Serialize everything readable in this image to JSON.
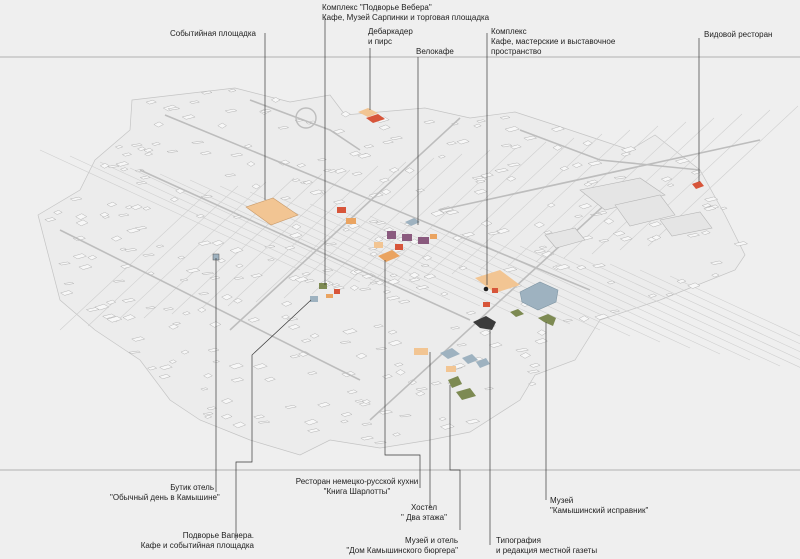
{
  "labels": {
    "weber": [
      "Комплекс \"Подворье Вебера\"",
      "Кафе, Музей Сарпинки и торговая площадка"
    ],
    "event": [
      "Событийная площадка"
    ],
    "pier": [
      "Дебаркадер",
      "и пирс"
    ],
    "bike": [
      "Велокафе"
    ],
    "complex": [
      "Комплекс",
      "Кафе, мастерские и выставочное",
      "пространство"
    ],
    "view_rest": [
      "Видовой ресторан"
    ],
    "boutique": [
      "Бутик отель",
      "\"Обычный день в Камышине\""
    ],
    "wagner": [
      "Подворье Вагнера.",
      "Кафе и событийная площадка"
    ],
    "charlotte": [
      "Ресторан немецко-русской кухни",
      "\"Книга Шарлотты\""
    ],
    "hostel": [
      "Хостел",
      "\" Два этажа\""
    ],
    "burgher": [
      "Музей и отель",
      "\"Дом Камышинского бюргера\""
    ],
    "printing": [
      "Типография",
      "и редакция местной газеты"
    ],
    "ispravnik": [
      "Музей",
      "\"Камышинский исправник\""
    ]
  },
  "colors": {
    "background": "#efefef",
    "frame_line": "#9c9c9c",
    "street_line": "#c4c4c4",
    "building_stroke": "#b5b5b5",
    "leader": "#3a3a3a",
    "orange_light": "#f2c593",
    "orange": "#eaa461",
    "red": "#d7553a",
    "purple": "#8a5a7e",
    "olive": "#7d8a52",
    "blue_gray": "#9eb2c0",
    "dark": "#3b3b3b"
  }
}
